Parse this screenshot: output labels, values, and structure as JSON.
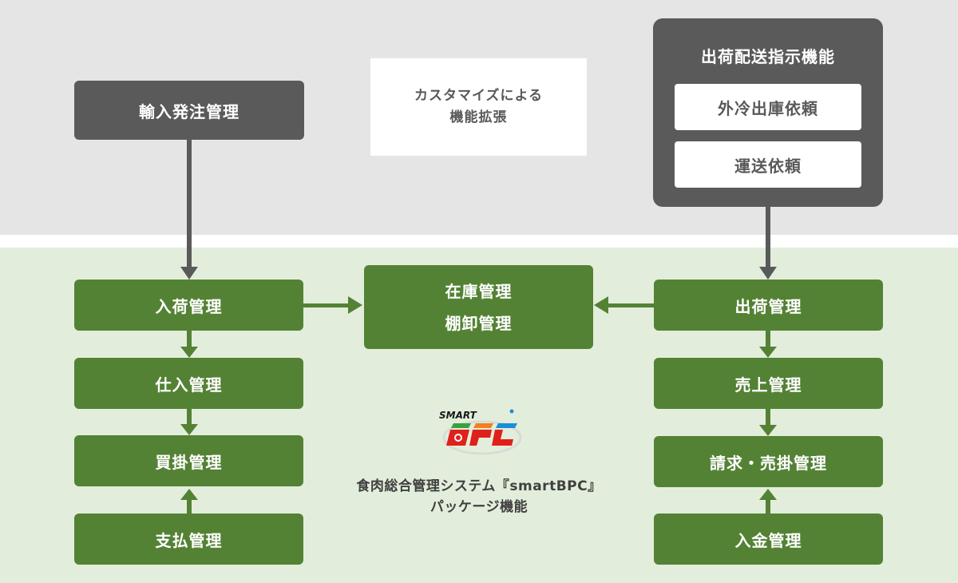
{
  "regions": {
    "top_label": "customization",
    "bottom_label": "package"
  },
  "top": {
    "import_order": "輸入発注管理",
    "custom_note": [
      "カスタマイズによる",
      "機能拡張"
    ],
    "shipping_instruction": {
      "title": "出荷配送指示機能",
      "items": [
        "外冷出庫依頼",
        "運送依頼"
      ]
    }
  },
  "left_column": [
    "入荷管理",
    "仕入管理",
    "買掛管理",
    "支払管理"
  ],
  "center": {
    "inventory": [
      "在庫管理",
      "棚卸管理"
    ],
    "logo": {
      "small_text": "SMART",
      "big_text": "BPC",
      "colors": {
        "red": "#e0201b",
        "green": "#3aa040",
        "orange": "#f08020",
        "blue": "#1a8fd8"
      }
    },
    "caption": [
      "食肉総合管理システム『smartBPC』",
      "パッケージ機能"
    ]
  },
  "right_column": [
    "出荷管理",
    "売上管理",
    "請求・売掛管理",
    "入金管理"
  ],
  "colors": {
    "top_band": "#e6e5e6",
    "bottom_band": "#e2eedb",
    "dark_box": "#5a5a5a",
    "green_box": "#548235",
    "dark_arrow": "#5a5a5a",
    "green_arrow": "#548235"
  }
}
